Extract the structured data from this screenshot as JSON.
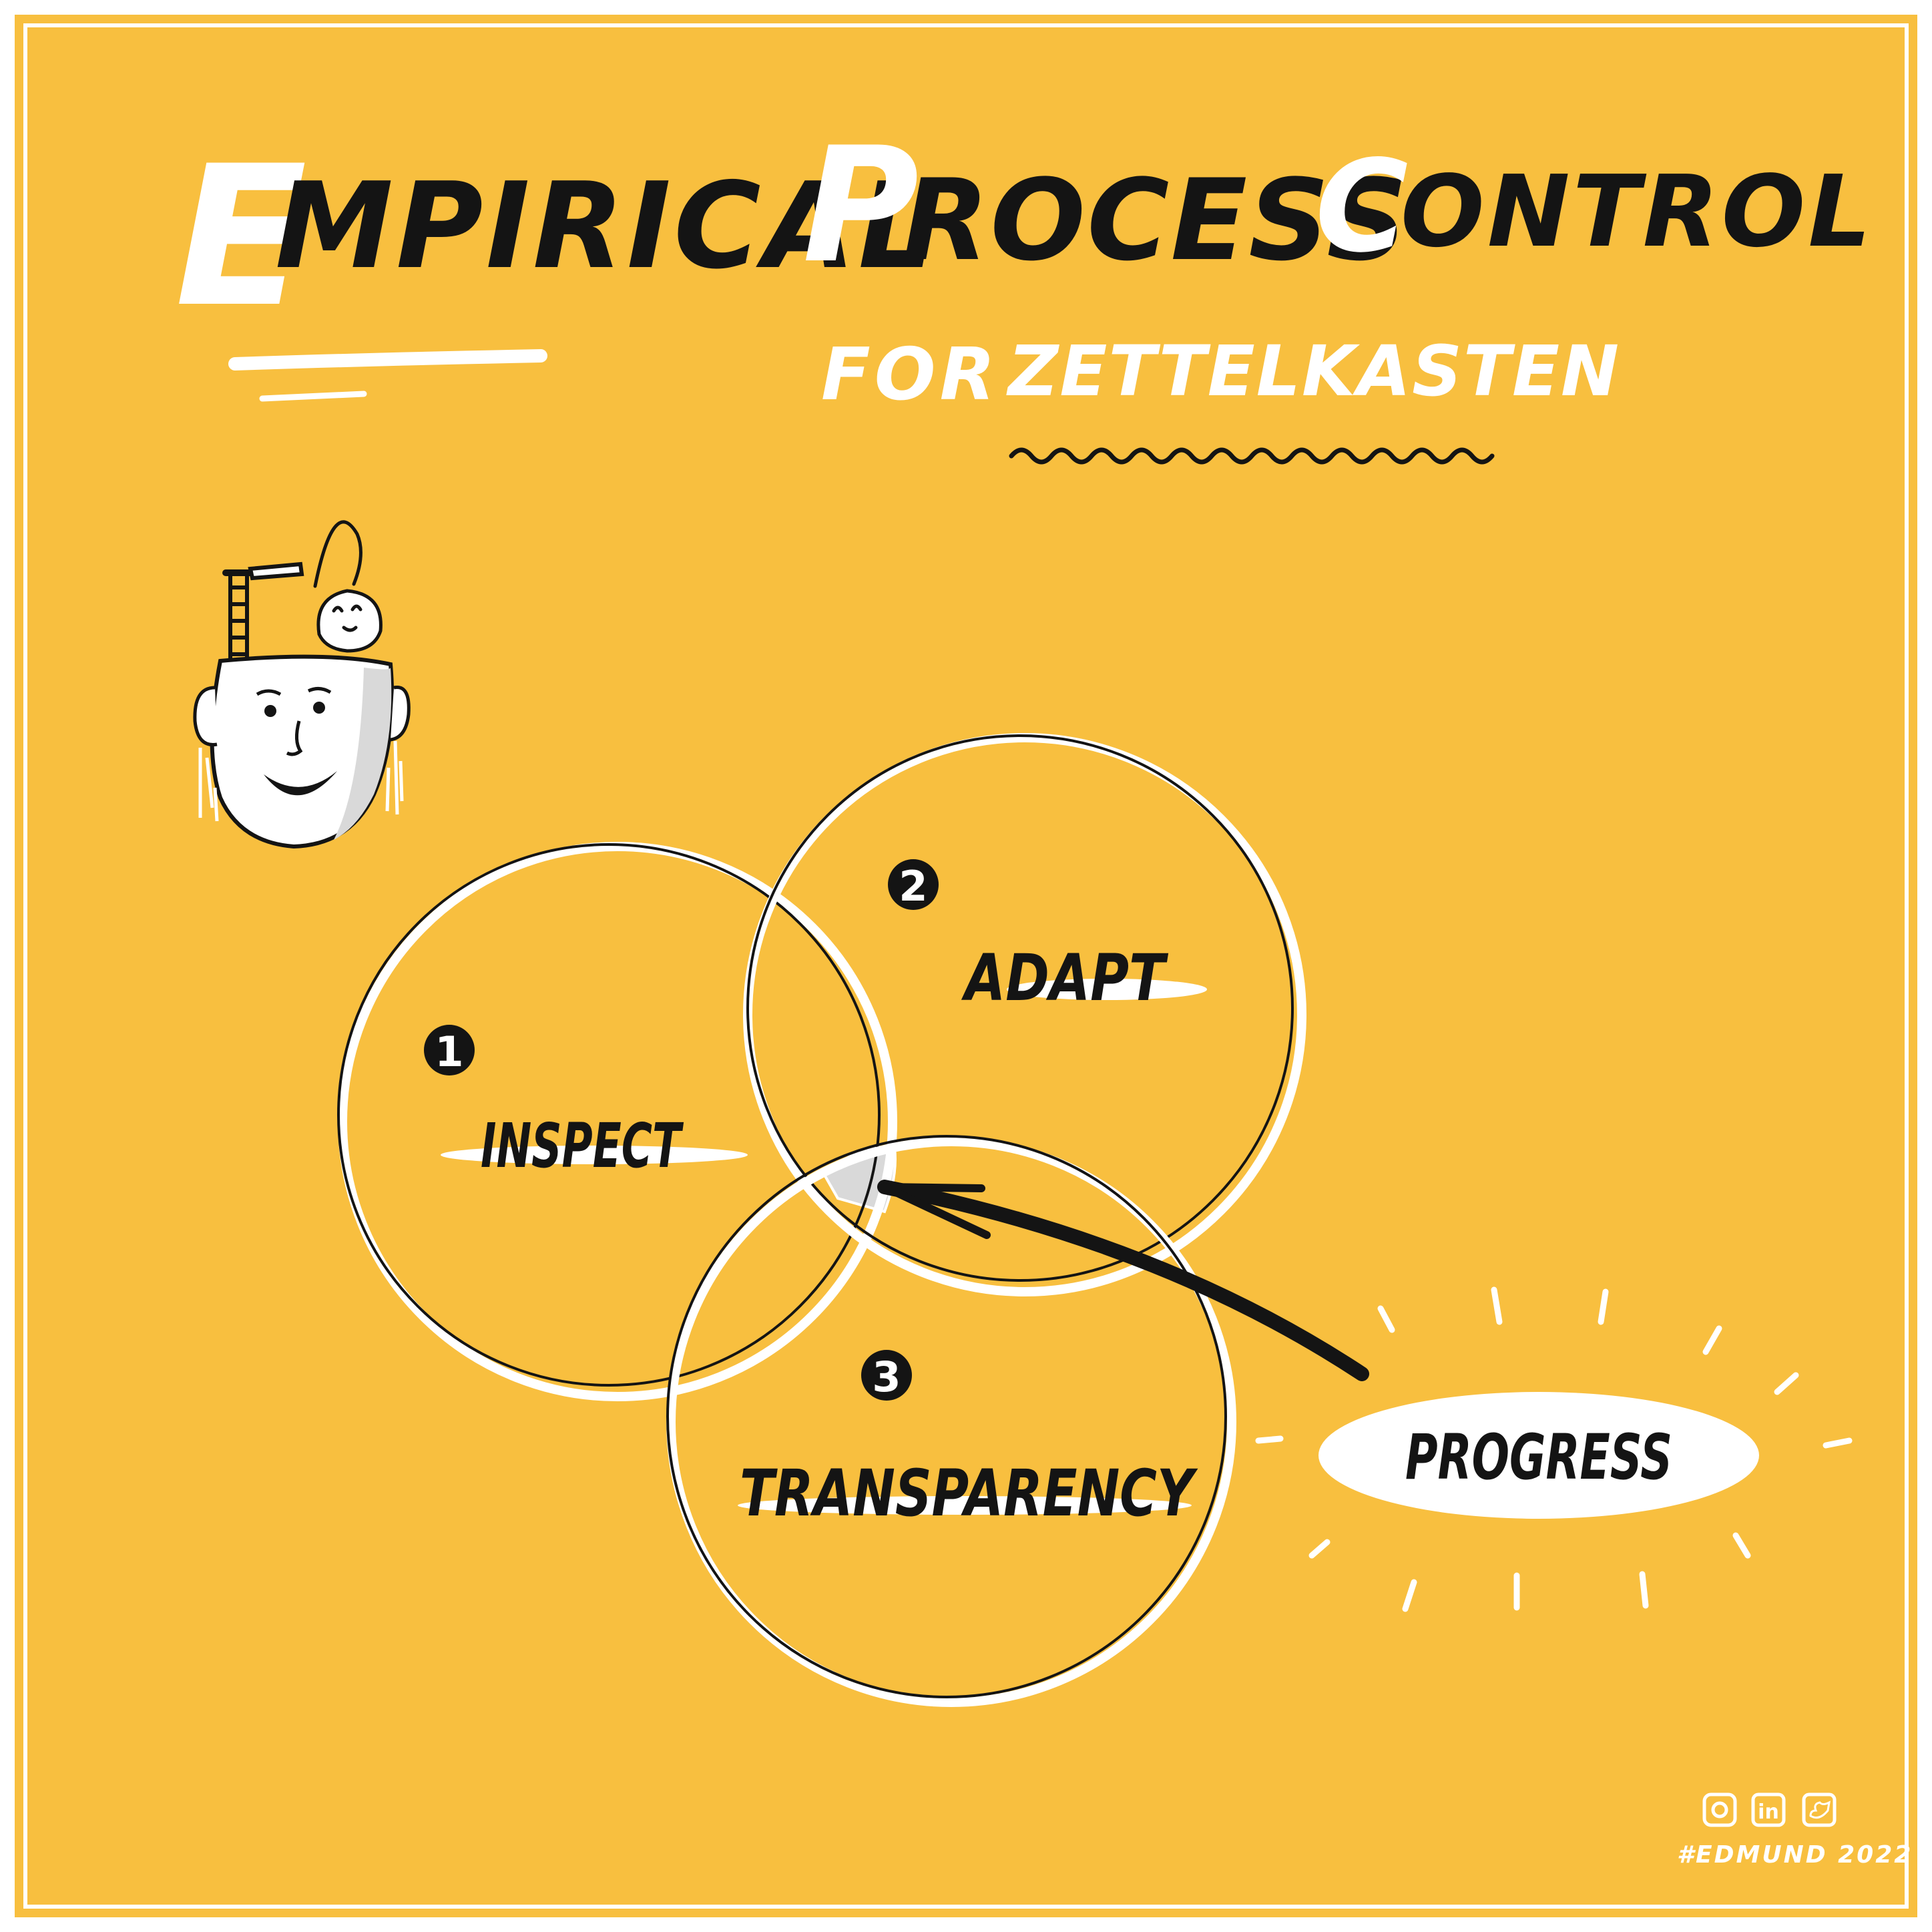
{
  "colors": {
    "background": "#F8BF3F",
    "frame": "#FFFFFF",
    "ink": "#141414",
    "highlight": "#FFFFFF",
    "shade": "#D9D9D9"
  },
  "title": {
    "white_letter_e": "E",
    "word1_rest": "MPIRICAL",
    "white_letter_p": "P",
    "word2_rest": "ROCESS",
    "white_letter_c": "C",
    "word3_rest": "ONTROL",
    "subtitle_prefix": "FOR",
    "subtitle_word": "ZETTELKASTEN"
  },
  "diagram": {
    "circles": [
      {
        "number": "1",
        "label": "INSPECT"
      },
      {
        "number": "2",
        "label": "ADAPT"
      },
      {
        "number": "3",
        "label": "TRANSPARENCY"
      }
    ],
    "result_label": "PROGRESS"
  },
  "footer": {
    "social_icons": [
      "instagram-icon",
      "linkedin-icon",
      "twitter-icon"
    ],
    "linkedin_glyph": "in",
    "signature": "#EDMUND 2022"
  }
}
